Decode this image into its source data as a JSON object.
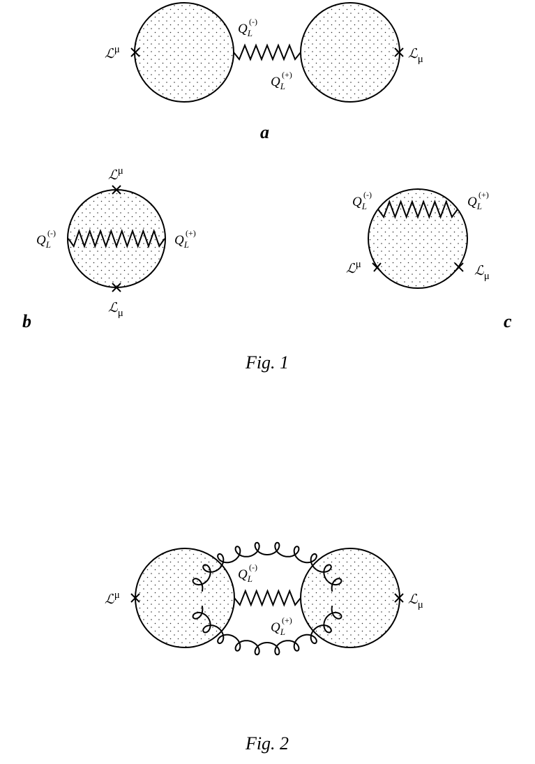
{
  "fig1": {
    "caption": "Fig. 1",
    "panel_a": {
      "letter": "a",
      "current_left": {
        "base": "ℒ",
        "index": "μ",
        "position": "superscript"
      },
      "current_right": {
        "base": "ℒ",
        "index": "μ",
        "position": "subscript"
      },
      "charge_minus": {
        "base": "Q",
        "sub": "L",
        "sup": "(-)"
      },
      "charge_plus": {
        "base": "Q",
        "sub": "L",
        "sup": "(+)"
      }
    },
    "panel_b": {
      "letter": "b",
      "current_top": {
        "base": "ℒ",
        "index": "μ",
        "position": "superscript"
      },
      "current_bottom": {
        "base": "ℒ",
        "index": "μ",
        "position": "subscript"
      },
      "charge_minus": {
        "base": "Q",
        "sub": "L",
        "sup": "(-)"
      },
      "charge_plus": {
        "base": "Q",
        "sub": "L",
        "sup": "(+)"
      }
    },
    "panel_c": {
      "letter": "c",
      "current_left": {
        "base": "ℒ",
        "index": "μ",
        "position": "superscript"
      },
      "current_right": {
        "base": "ℒ",
        "index": "μ",
        "position": "subscript"
      },
      "charge_minus": {
        "base": "Q",
        "sub": "L",
        "sup": "(-)"
      },
      "charge_plus": {
        "base": "Q",
        "sub": "L",
        "sup": "(+)"
      }
    }
  },
  "fig2": {
    "caption": "Fig. 2",
    "current_left": {
      "base": "ℒ",
      "index": "μ",
      "position": "superscript"
    },
    "current_right": {
      "base": "ℒ",
      "index": "μ",
      "position": "subscript"
    },
    "charge_minus": {
      "base": "Q",
      "sub": "L",
      "sup": "(-)"
    },
    "charge_plus": {
      "base": "Q",
      "sub": "L",
      "sup": "(+)"
    }
  }
}
